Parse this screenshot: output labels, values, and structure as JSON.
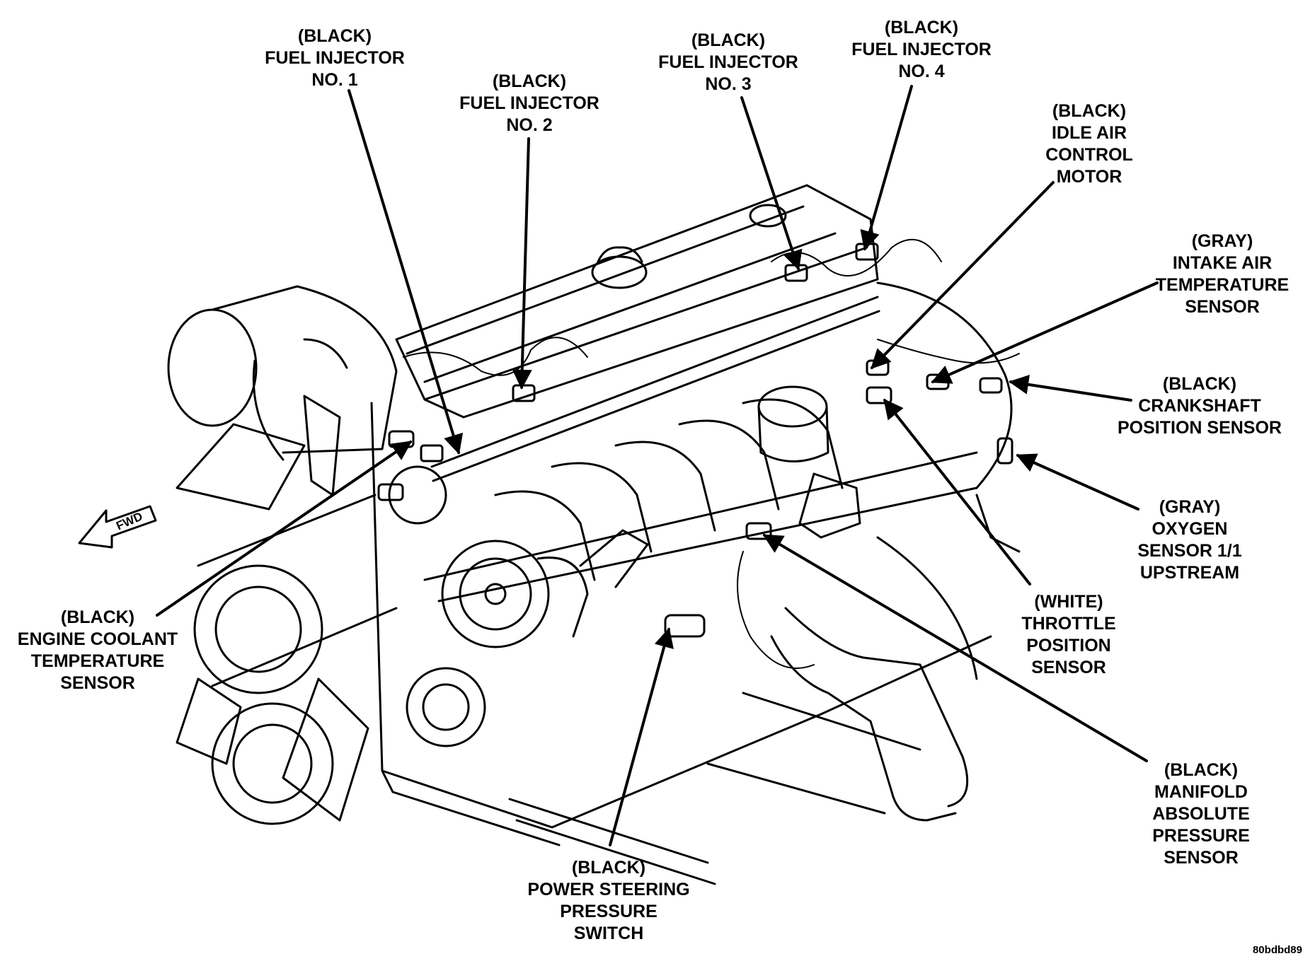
{
  "labels": {
    "fuel_injector_1": [
      "(BLACK)",
      "FUEL INJECTOR",
      "NO. 1"
    ],
    "fuel_injector_2": [
      "(BLACK)",
      "FUEL INJECTOR",
      "NO. 2"
    ],
    "fuel_injector_3": [
      "(BLACK)",
      "FUEL INJECTOR",
      "NO. 3"
    ],
    "fuel_injector_4": [
      "(BLACK)",
      "FUEL INJECTOR",
      "NO. 4"
    ],
    "idle_air_control_motor": [
      "(BLACK)",
      "IDLE AIR",
      "CONTROL",
      "MOTOR"
    ],
    "intake_air_temperature_sensor": [
      "(GRAY)",
      "INTAKE AIR",
      "TEMPERATURE",
      "SENSOR"
    ],
    "crankshaft_position_sensor": [
      "(BLACK)",
      "CRANKSHAFT",
      "POSITION SENSOR"
    ],
    "oxygen_sensor": [
      "(GRAY)",
      "OXYGEN",
      "SENSOR 1/1",
      "UPSTREAM"
    ],
    "throttle_position_sensor": [
      "(WHITE)",
      "THROTTLE",
      "POSITION",
      "SENSOR"
    ],
    "map_sensor": [
      "(BLACK)",
      "MANIFOLD",
      "ABSOLUTE",
      "PRESSURE",
      "SENSOR"
    ],
    "power_steering_pressure_switch": [
      "(BLACK)",
      "POWER STEERING",
      "PRESSURE",
      "SWITCH"
    ],
    "engine_coolant_temperature_sensor": [
      "(BLACK)",
      "ENGINE COOLANT",
      "TEMPERATURE",
      "SENSOR"
    ]
  },
  "direction_marker": "FWD",
  "figure_id": "80bdbd89",
  "colors": {
    "ink": "#000000",
    "background": "#ffffff"
  },
  "icons": [
    "fwd-arrow-icon",
    "engine-illustration"
  ]
}
